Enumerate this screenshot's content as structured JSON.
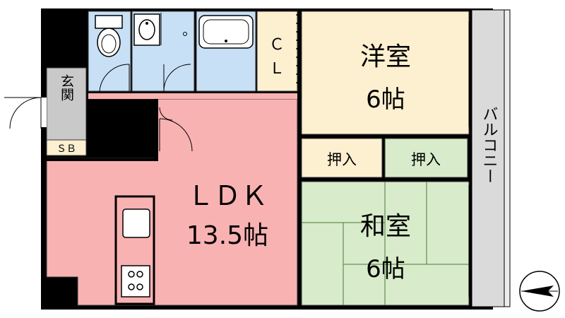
{
  "rooms": {
    "western": {
      "name": "洋室",
      "size": "6帖"
    },
    "ldk": {
      "name": "ＬＤＫ",
      "size": "13.5帖"
    },
    "japanese": {
      "name": "和室",
      "size": "6帖"
    },
    "closet_cl_top": "Ｃ",
    "closet_cl_bottom": "Ｌ",
    "oshiire_left": "押入",
    "oshiire_right": "押入",
    "entrance": "玄関",
    "shoe_box": "ＳＢ",
    "balcony": "バルコニー"
  },
  "colors": {
    "ldk": "#f9b2b2",
    "western": "#fdf0d0",
    "japanese": "#d8ebca",
    "wet": "#c8e0f5",
    "entrance": "#c9c9c9",
    "balcony": "#dadada",
    "wall": "#000000"
  },
  "compass": {
    "direction": "west"
  }
}
